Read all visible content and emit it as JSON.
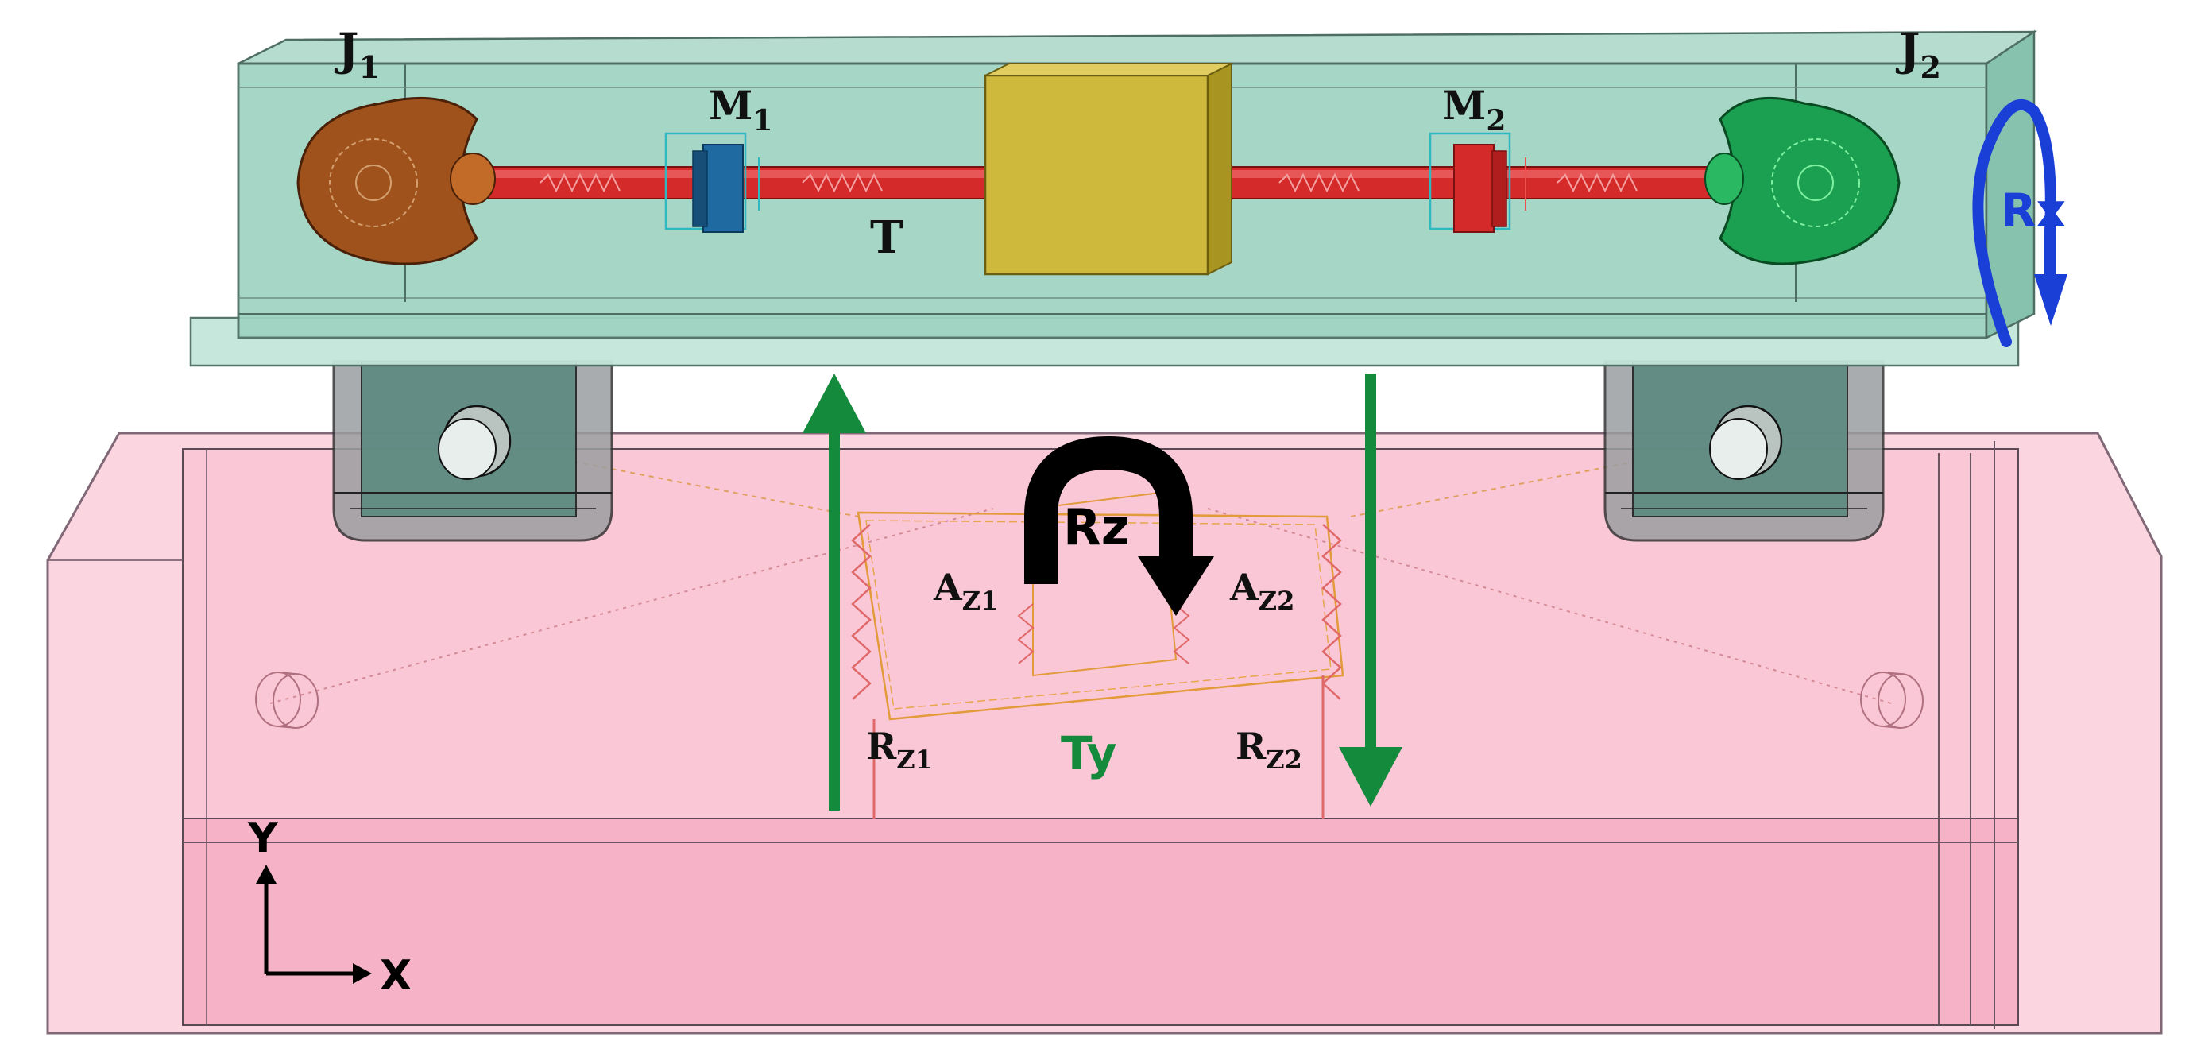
{
  "labels": {
    "j1_main": "J",
    "j1_sub": "1",
    "j2_main": "J",
    "j2_sub": "2",
    "m1_main": "M",
    "m1_sub": "1",
    "m2_main": "M",
    "m2_sub": "2",
    "t": "T",
    "rx": "Rx",
    "rz": "Rz",
    "ty": "Ty",
    "az1_main": "A",
    "az1_sub": "Z1",
    "az2_main": "A",
    "az2_sub": "Z2",
    "rz1_main": "R",
    "rz1_sub": "Z1",
    "rz2_main": "R",
    "rz2_sub": "Z2",
    "axis_y": "Y",
    "axis_x": "X"
  },
  "colors": {
    "upper_body": "#8fcfb9",
    "lower_body": "#f7b6c9",
    "rod": "#d42a2a",
    "mass_center": "#c9b436",
    "mass_m1": "#1f6aa0",
    "mass_m2": "#d42a2a",
    "joint_j1": "#a0521c",
    "joint_j2": "#1aa050",
    "arrow_green": "#148a3c",
    "arrow_blue": "#1a3fd6",
    "arrow_black": "#000000"
  }
}
